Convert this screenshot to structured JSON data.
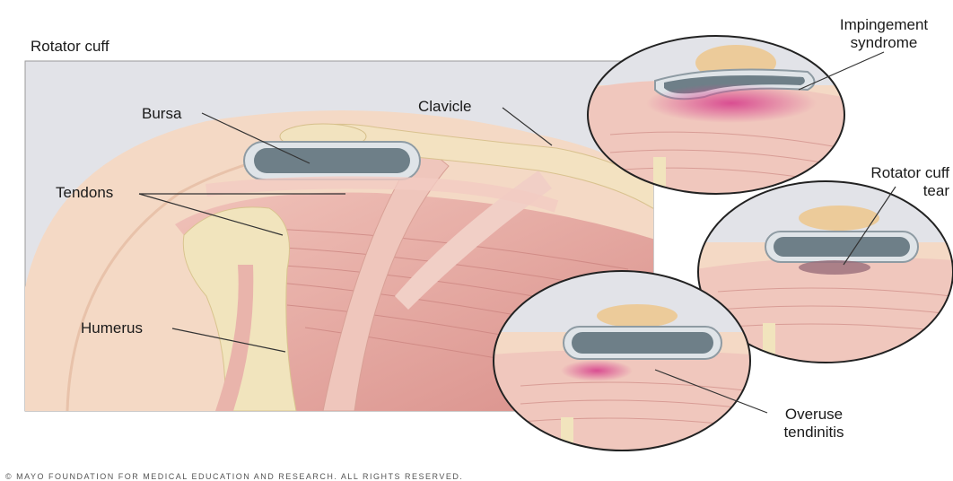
{
  "figure": {
    "title": "Rotator cuff",
    "labels": {
      "bursa": "Bursa",
      "clavicle": "Clavicle",
      "tendons": "Tendons",
      "humerus": "Humerus"
    },
    "insets": {
      "impingement": [
        "Impingement",
        "syndrome"
      ],
      "tear": [
        "Rotator cuff",
        "tear"
      ],
      "tendinitis": [
        "Overuse",
        "tendinitis"
      ]
    },
    "copyright": "© MAYO FOUNDATION FOR MEDICAL EDUCATION AND RESEARCH. ALL RIGHTS RESERVED."
  },
  "colors": {
    "background_panel": "#e2e3e8",
    "skin": "#f4d9c5",
    "muscle": "#e6a9a3",
    "bone": "#f1e4bd",
    "bursa": "#6e7f88",
    "inflamed": "#d8478f"
  }
}
